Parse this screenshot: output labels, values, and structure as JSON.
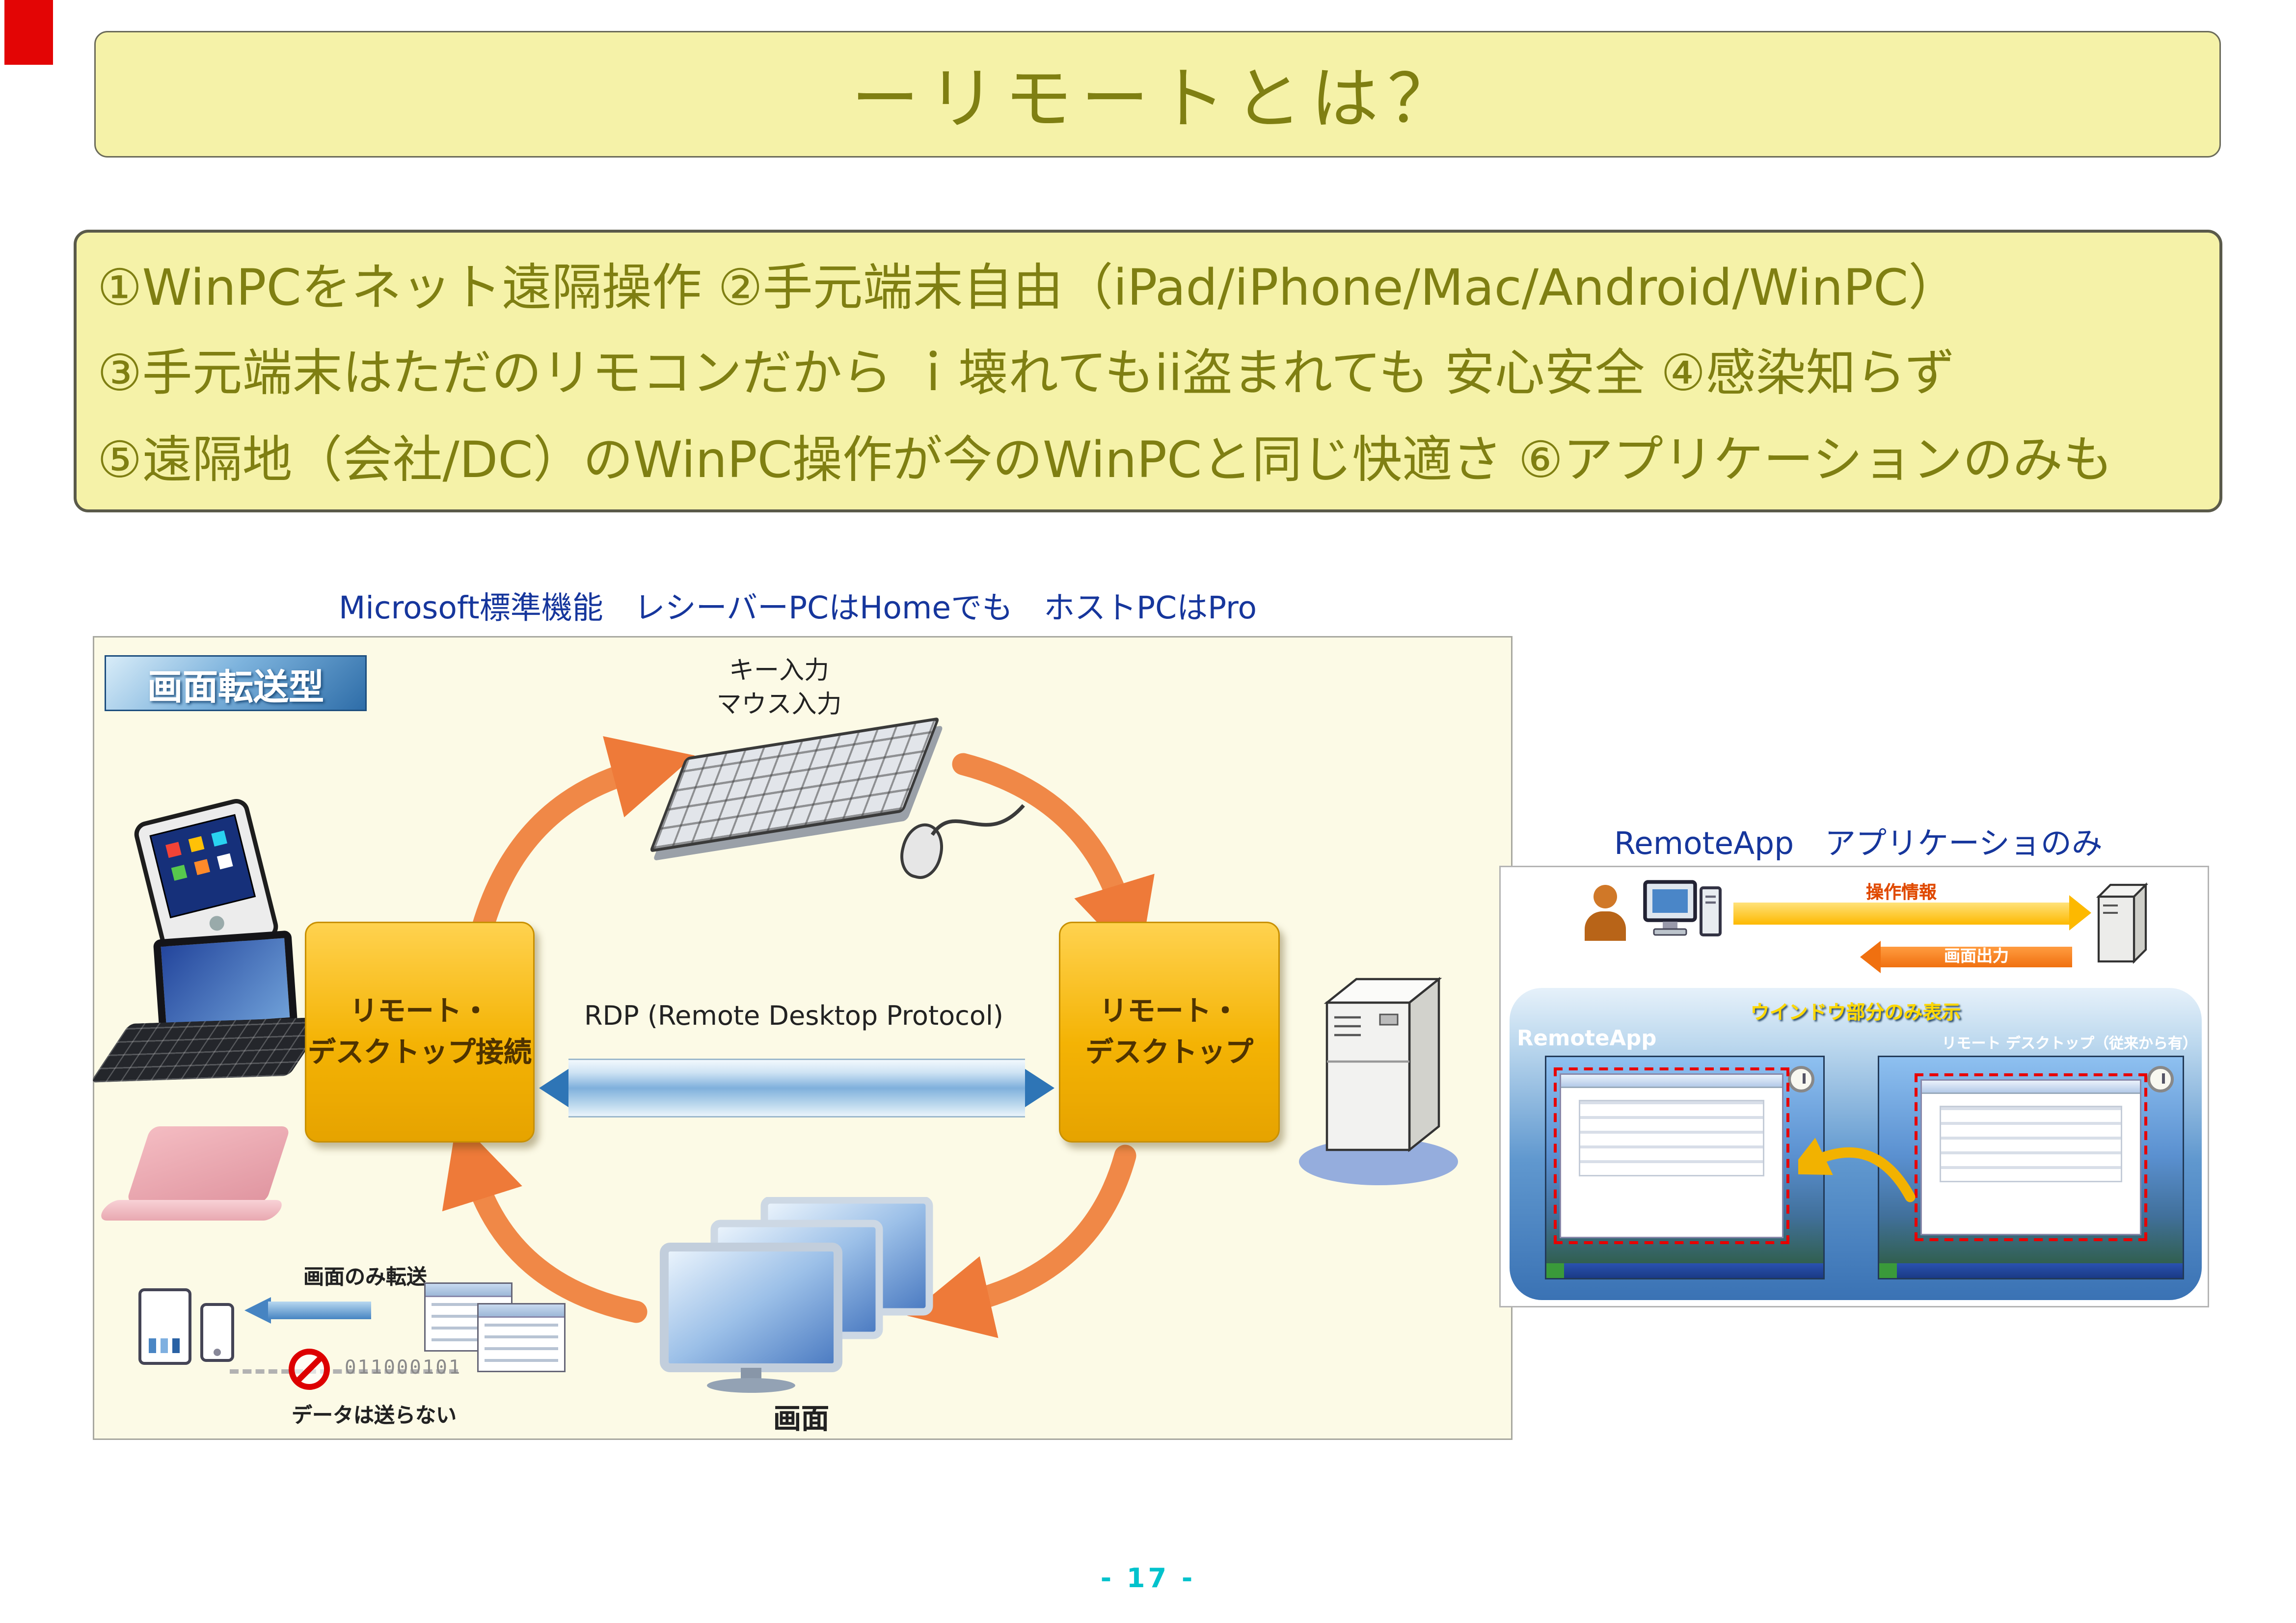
{
  "slide": {
    "title": "ーリモートとは？",
    "bullets": [
      "①WinPCをネット遠隔操作 ②手元端末自由（iPad/iPhone/Mac/Android/WinPC）",
      "③手元端末はただのリモコンだから ｉ壊れてもii盗まれても 安心安全 ④感染知らず",
      "⑤遠隔地（会社/DC）のWinPC操作が今のWinPCと同じ快適さ ⑥アプリケーションのみも"
    ],
    "caption": "Microsoft標準機能　レシーバーPCはHomeでも　ホストPCはPro",
    "page_number": "- 17 -"
  },
  "diagram": {
    "badge": "画面転送型",
    "input_line1": "キー入力",
    "input_line2": "マウス入力",
    "left_box_line1": "リモート・",
    "left_box_line2": "デスクトップ接続",
    "protocol_label": "RDP (Remote Desktop Protocol)",
    "right_box_line1": "リモート・",
    "right_box_line2": "デスクトップ",
    "screen_label": "画面",
    "screen_only_label": "画面のみ転送",
    "binary_label": "011000101",
    "no_data_label": "データは送らない"
  },
  "remoteapp": {
    "heading": "RemoteApp　アプリケーショのみ",
    "operation_label": "操作情報",
    "output_label": "画面出力",
    "window_only_label": "ウインドウ部分のみ表示",
    "left_label": "RemoteApp",
    "right_label": "リモート デスクトップ（従来から有）"
  },
  "icons": [
    "tablet-icon",
    "laptop-icon",
    "pink-laptop-icon",
    "keyboard-icon",
    "mouse-icon",
    "server-icon",
    "monitors-icon",
    "prohibition-icon",
    "left-arrow-icon",
    "cycle-arrows-icon",
    "person-icon",
    "computer-icon",
    "clock-icon"
  ],
  "colors": {
    "accent_red": "#e30505",
    "panel_yellow": "#f5f2a8",
    "olive_text": "#7f7f12",
    "caption_blue": "#16369c",
    "node_orange": "#f4b304",
    "arrow_orange": "#f0813d",
    "badge_blue": "#2e6da8",
    "page_cyan": "#00c2cc"
  }
}
